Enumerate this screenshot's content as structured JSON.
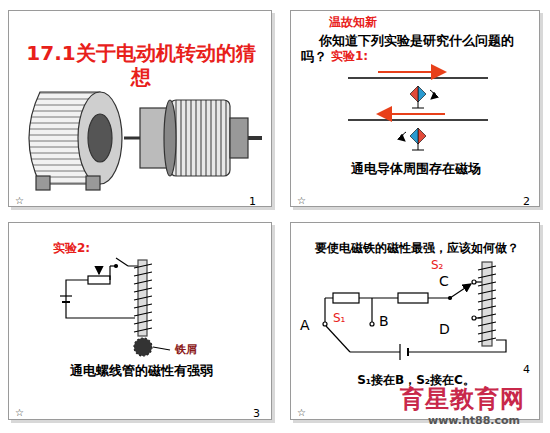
{
  "diagram": {
    "nodes": [
      {
        "text": [
          "17.1关于电动机转动的猜想",
          "☆",
          "1"
        ]
      },
      {
        "text": [
          "温故知新",
          "你知道下列实验是研究什么问题的吗？",
          "实验1:",
          "通电导体周围存在磁场",
          "☆",
          "2"
        ]
      },
      {
        "text": [
          "实验2:",
          "铁屑",
          "通电螺线管的磁性有强弱",
          "☆",
          "3"
        ]
      },
      {
        "text": [
          "要使电磁铁的磁性最强，应该如何做？",
          "S₂",
          "C",
          "A",
          "S₁",
          "B",
          "D",
          "S₁接在B，S₂接在C。",
          "☆",
          "4"
        ]
      }
    ],
    "labels": [
      "育星教育网",
      "www.ht88.com"
    ]
  }
}
